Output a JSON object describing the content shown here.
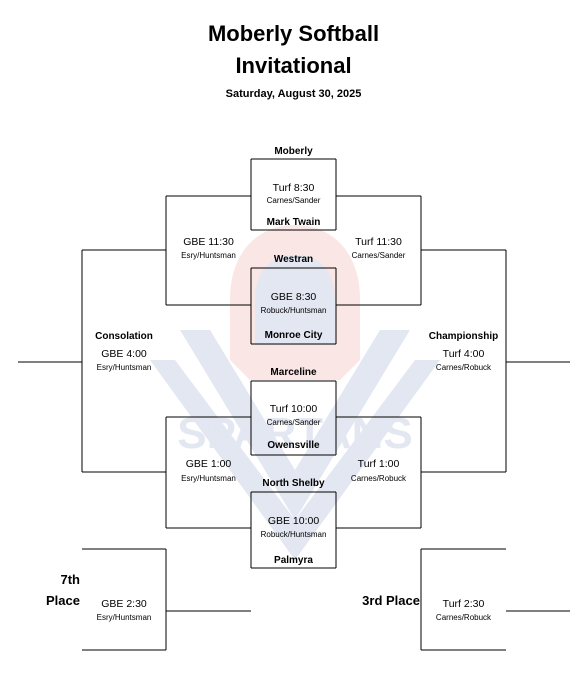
{
  "header": {
    "title_line1": "Moberly Softball",
    "title_line2": "Invitational",
    "date": "Saturday, August 30, 2025"
  },
  "watermark": {
    "text": "SPARTANS",
    "color": "#1f3f8f",
    "accent": "#d13a2f"
  },
  "games": {
    "g1": {
      "top_team": "Moberly",
      "field": "Turf 8:30",
      "umps": "Carnes/Sander",
      "bottom_team": "Mark Twain"
    },
    "g2": {
      "top_team": "Westran",
      "field": "GBE 8:30",
      "umps": "Robuck/Huntsman",
      "bottom_team": "Monroe City"
    },
    "g3": {
      "top_team": "Marceline",
      "field": "Turf 10:00",
      "umps": "Carnes/Sander",
      "bottom_team": "Owensville"
    },
    "g4": {
      "top_team": "North Shelby",
      "field": "GBE 10:00",
      "umps": "Robuck/Huntsman",
      "bottom_team": "Palmyra"
    },
    "left_upper": {
      "field": "GBE 11:30",
      "umps": "Esry/Huntsman"
    },
    "right_upper": {
      "field": "Turf 11:30",
      "umps": "Carnes/Sander"
    },
    "left_lower": {
      "field": "GBE 1:00",
      "umps": "Esry/Huntsman"
    },
    "right_lower": {
      "field": "Turf 1:00",
      "umps": "Carnes/Robuck"
    },
    "consolation": {
      "label": "Consolation",
      "field": "GBE 4:00",
      "umps": "Esry/Huntsman"
    },
    "championship": {
      "label": "Championship",
      "field": "Turf 4:00",
      "umps": "Carnes/Robuck"
    },
    "seventh": {
      "label_line1": "7th",
      "label_line2": "Place",
      "field": "GBE 2:30",
      "umps": "Esry/Huntsman"
    },
    "third": {
      "label": "3rd Place",
      "field": "Turf 2:30",
      "umps": "Carnes/Robuck"
    }
  }
}
